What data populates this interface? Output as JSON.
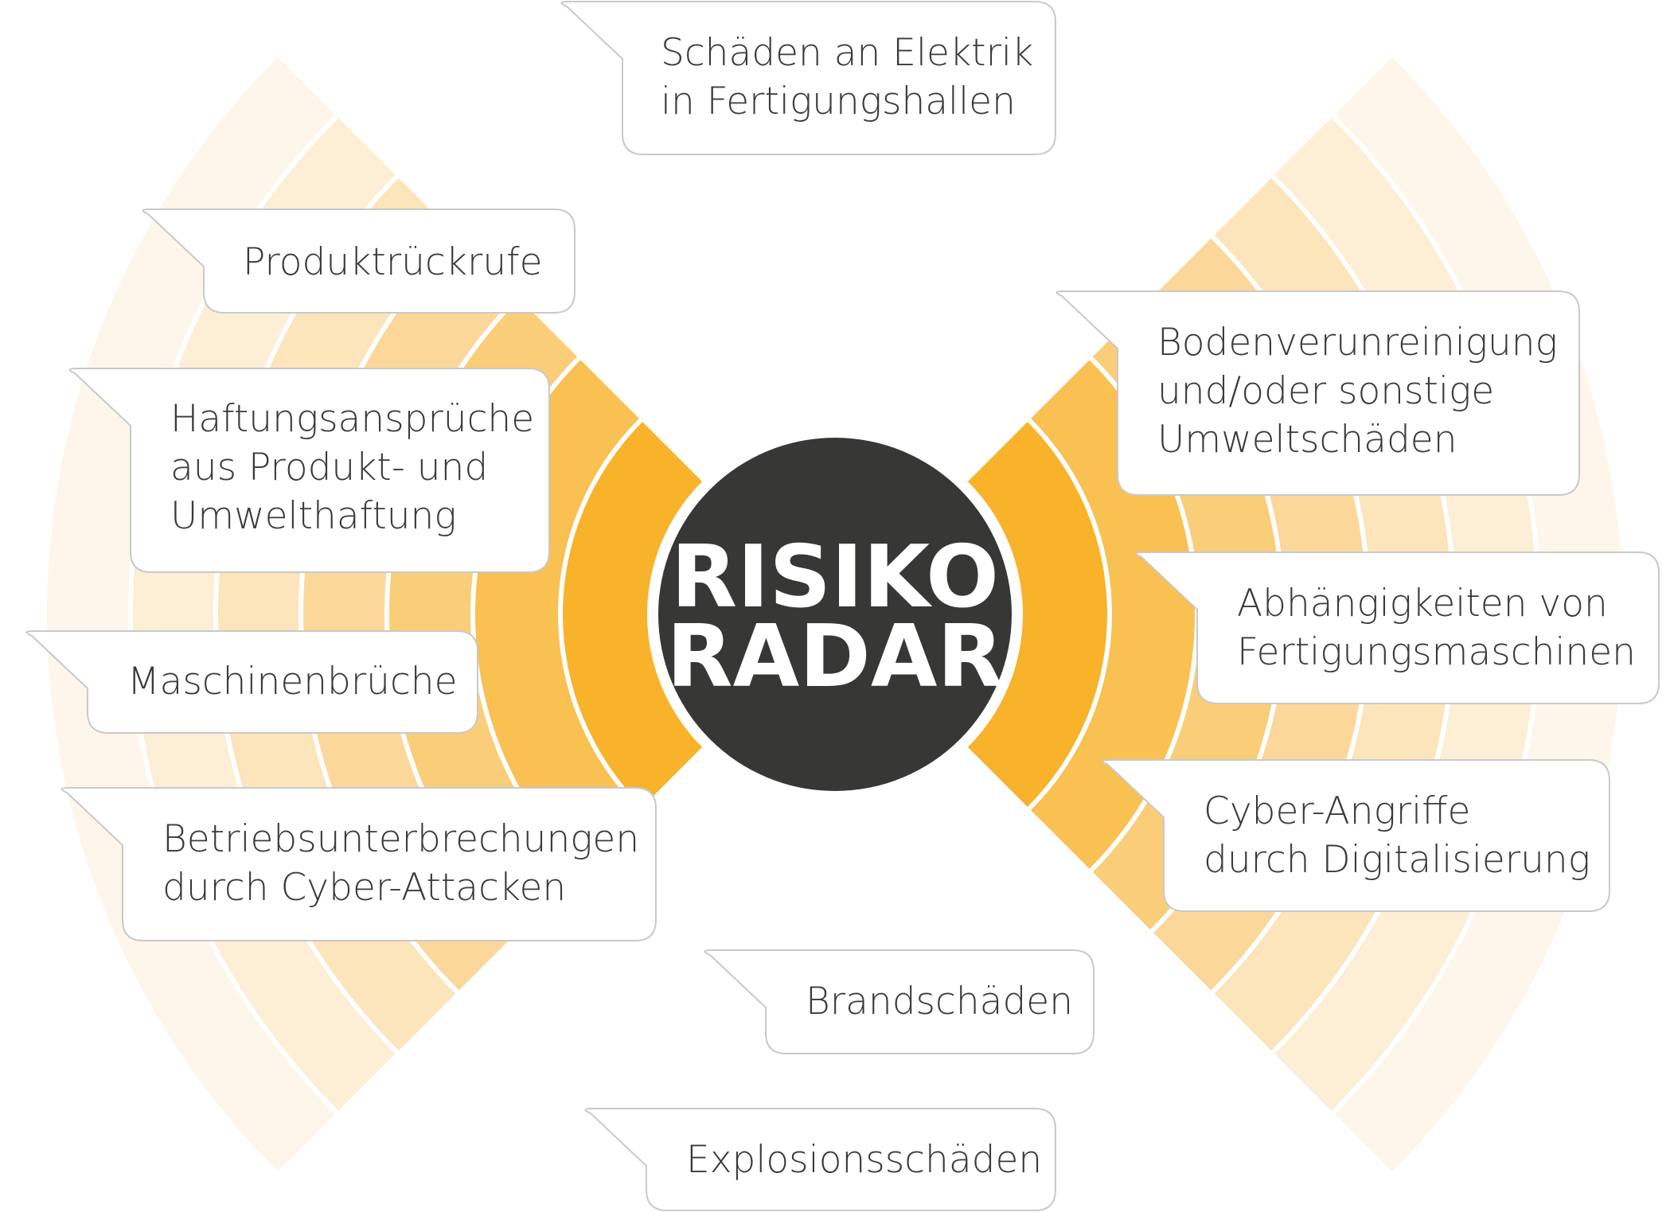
{
  "center": {
    "line1": "RISIKO",
    "line2": "RADAR"
  },
  "colors": {
    "center_fill": "#373735",
    "ring_colors": [
      "#f8b32b",
      "#f9c052",
      "#facd78",
      "#fbd89a",
      "#fce4bb",
      "#fdeed6",
      "#fef6ea"
    ],
    "bubble_stroke": "#c9c9c9",
    "text": "#3a3a3a"
  },
  "risks": [
    {
      "id": "elektrik",
      "lines": [
        "Schäden an Elektrik",
        "in Fertigungshallen"
      ]
    },
    {
      "id": "produktrueckrufe",
      "lines": [
        "Produktrückrufe"
      ]
    },
    {
      "id": "haftung",
      "lines": [
        "Haftungsansprüche",
        "aus Produkt- und",
        "Umwelthaftung"
      ]
    },
    {
      "id": "maschinenbrueche",
      "lines": [
        "Maschinenbrüche"
      ]
    },
    {
      "id": "betriebsunterbrechungen",
      "lines": [
        "Betriebsunterbrechungen",
        "durch Cyber-Attacken"
      ]
    },
    {
      "id": "brandschaeden",
      "lines": [
        "Brandschäden"
      ]
    },
    {
      "id": "explosionsschaeden",
      "lines": [
        "Explosionsschäden"
      ]
    },
    {
      "id": "bodenverunreinigung",
      "lines": [
        "Bodenverunreinigung",
        "und/oder sonstige",
        "Umweltschäden"
      ]
    },
    {
      "id": "abhaengigkeiten",
      "lines": [
        "Abhängigkeiten von",
        "Fertigungsmaschinen"
      ]
    },
    {
      "id": "cyber-angriffe",
      "lines": [
        "Cyber-Angriffe",
        "durch Digitalisierung"
      ]
    }
  ]
}
